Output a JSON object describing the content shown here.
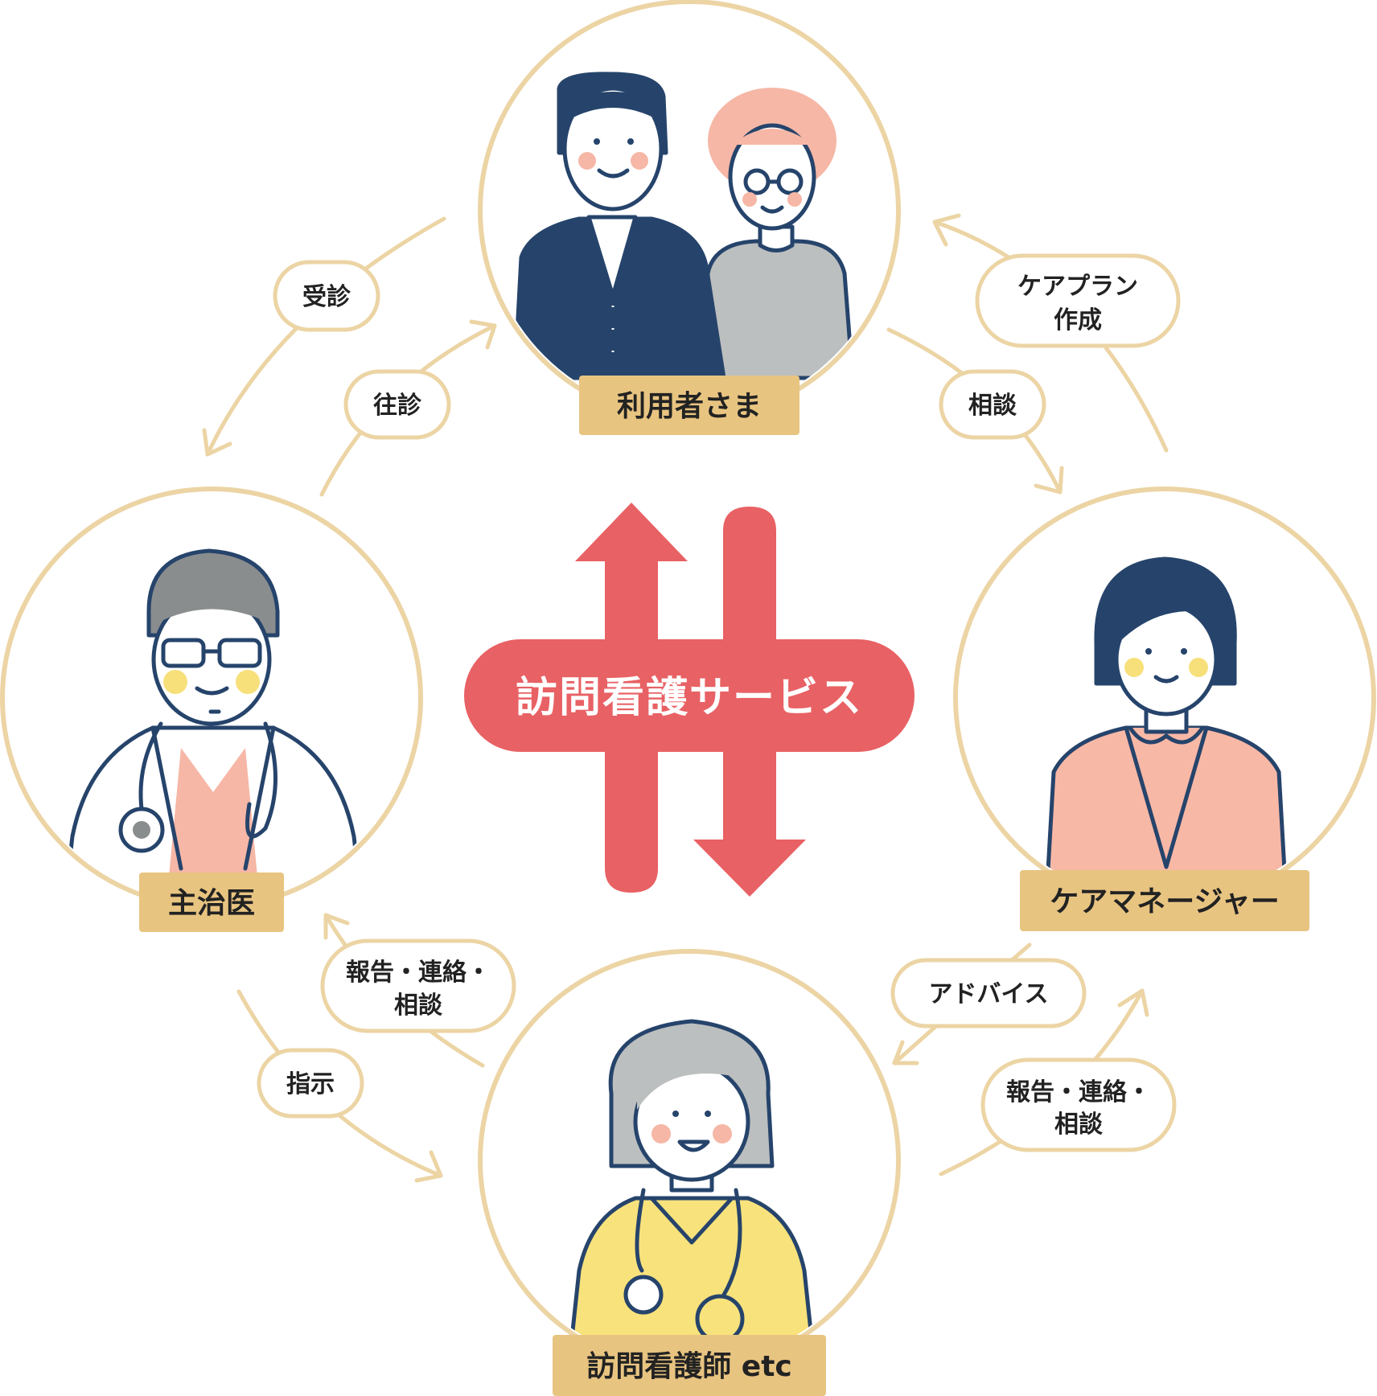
{
  "center": {
    "label": "訪問看護サービス"
  },
  "nodes": {
    "user": {
      "label": "利用者さま"
    },
    "doctor": {
      "label": "主治医"
    },
    "care_manager": {
      "label": "ケアマネージャー"
    },
    "nurse": {
      "label": "訪問看護師 etc"
    }
  },
  "relations": {
    "consultation_visit": "受診",
    "home_visit": "往診",
    "care_plan": [
      "ケアプラン",
      "作成"
    ],
    "consult": "相談",
    "report_to_doctor": [
      "報告・連絡・",
      "相談"
    ],
    "instruction": "指示",
    "advice": "アドバイス",
    "report_to_care_manager": [
      "報告・連絡・",
      "相談"
    ]
  },
  "colors": {
    "circle_stroke": "#ecd4a4",
    "label_tag": "#e8c481",
    "center_arrows": "#e86164",
    "navy": "#26446b",
    "skin_cheek": "#f6b7a6",
    "yellow_cheek": "#f7e07a",
    "nurse_uniform": "#f8e27c",
    "care_manager_blouse": "#f8b8a6"
  },
  "icons": [
    "elderly-couple-illustration",
    "doctor-illustration",
    "care-manager-illustration",
    "nurse-illustration",
    "stethoscope-icon"
  ]
}
